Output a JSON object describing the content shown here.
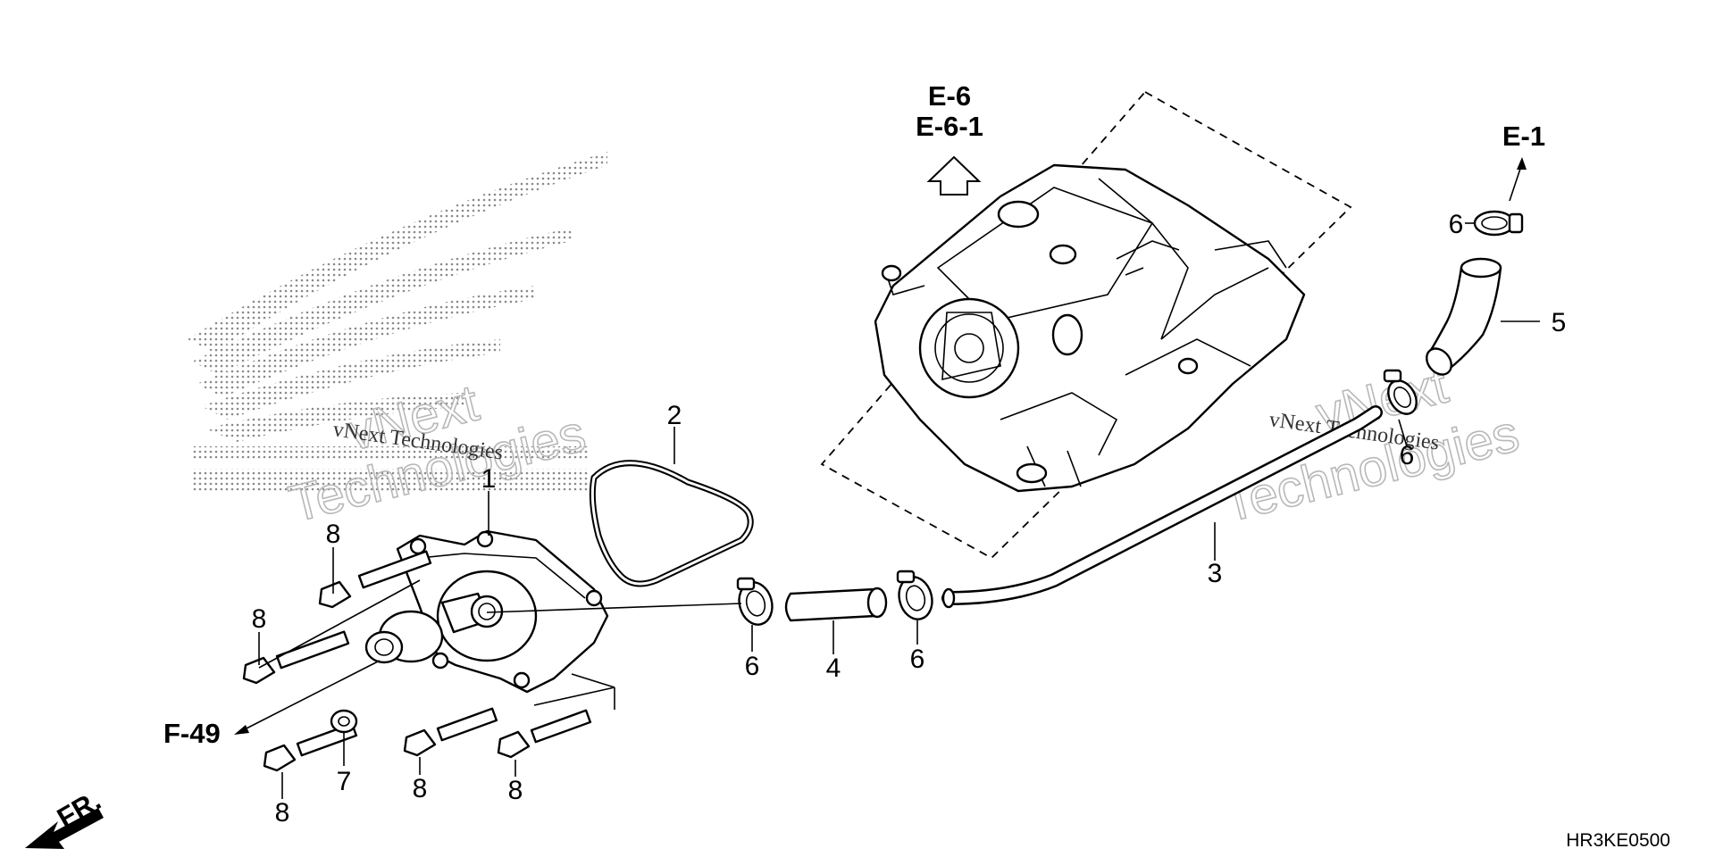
{
  "diagram_code": "HR3KE0500",
  "refs": {
    "e6": "E-6",
    "e61": "E-6-1",
    "e1": "E-1",
    "f49": "F-49",
    "front": "FR."
  },
  "watermark": {
    "line1": "vNext",
    "line2": "Technologies",
    "small": "vNext Technologies"
  },
  "callouts": {
    "c1": "1",
    "c2": "2",
    "c3": "3",
    "c4": "4",
    "c5": "5",
    "c6a": "6",
    "c6b": "6",
    "c6c": "6",
    "c6d": "6",
    "c7": "7",
    "c8a": "8",
    "c8b": "8",
    "c8c": "8",
    "c8d": "8",
    "c8e": "8"
  }
}
